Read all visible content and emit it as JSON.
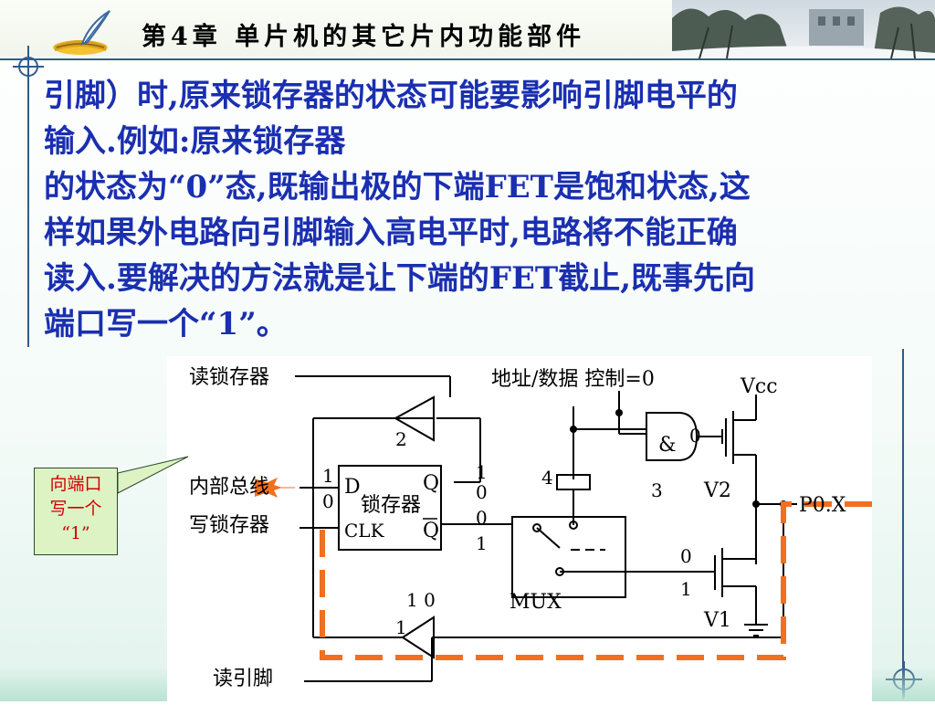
{
  "header": {
    "title": "第4章 单片机的其它片内功能部件"
  },
  "body_text": {
    "line1": "引脚）时,原来锁存器的状态可能要影响引脚电平的",
    "line2": "输入.例如:原来锁存器",
    "line3": "的状态为“0”态,既输出极的下端FET是饱和状态,这",
    "line4": "样如果外电路向引脚输入高电平时,电路将不能正确",
    "line5": "读入.要解决的方法就是让下端的FET截止,既事先向",
    "line6": "端口写一个“1”。"
  },
  "callout": {
    "line1": "向端口",
    "line2": "写一个",
    "line3": "“1”"
  },
  "circuit": {
    "read_latch": "读锁存器",
    "addr_data_ctrl": "地址/数据 控制=0",
    "vcc": "Vcc",
    "internal_bus": "内部总线",
    "write_latch": "写锁存器",
    "read_pin": "读引脚",
    "latch_label": "锁存器",
    "d_label": "D",
    "clk_label": "CLK",
    "q_label": "Q",
    "qbar_label": "Q",
    "and_label": "&",
    "mux_label": "MUX",
    "v1_label": "V1",
    "v2_label": "V2",
    "port_label": "P0.X",
    "buffer2_num": "2",
    "buffer1_num": "1",
    "gate3_num": "3",
    "inv4_num": "4",
    "bit_in_1": "1",
    "bit_in_0": "0",
    "bit_q_1": "1",
    "bit_q_0": "0",
    "bit_qb_0": "0",
    "bit_qb_1": "1",
    "bit_v2_0": "0",
    "bit_v1_0": "0",
    "bit_v1_1": "1",
    "bit_bottom": "1  0"
  },
  "colors": {
    "body_text": "#1a2fb0",
    "callout_text": "#d00000",
    "callout_bg": "#ddf3c4",
    "dashed_path": "#f07020",
    "frame_line": "#2f5d8a"
  },
  "icons": {
    "logo": "quill-and-book-icon",
    "photo": "snowy-trees-photo",
    "crosshair": "crosshair-icon"
  }
}
